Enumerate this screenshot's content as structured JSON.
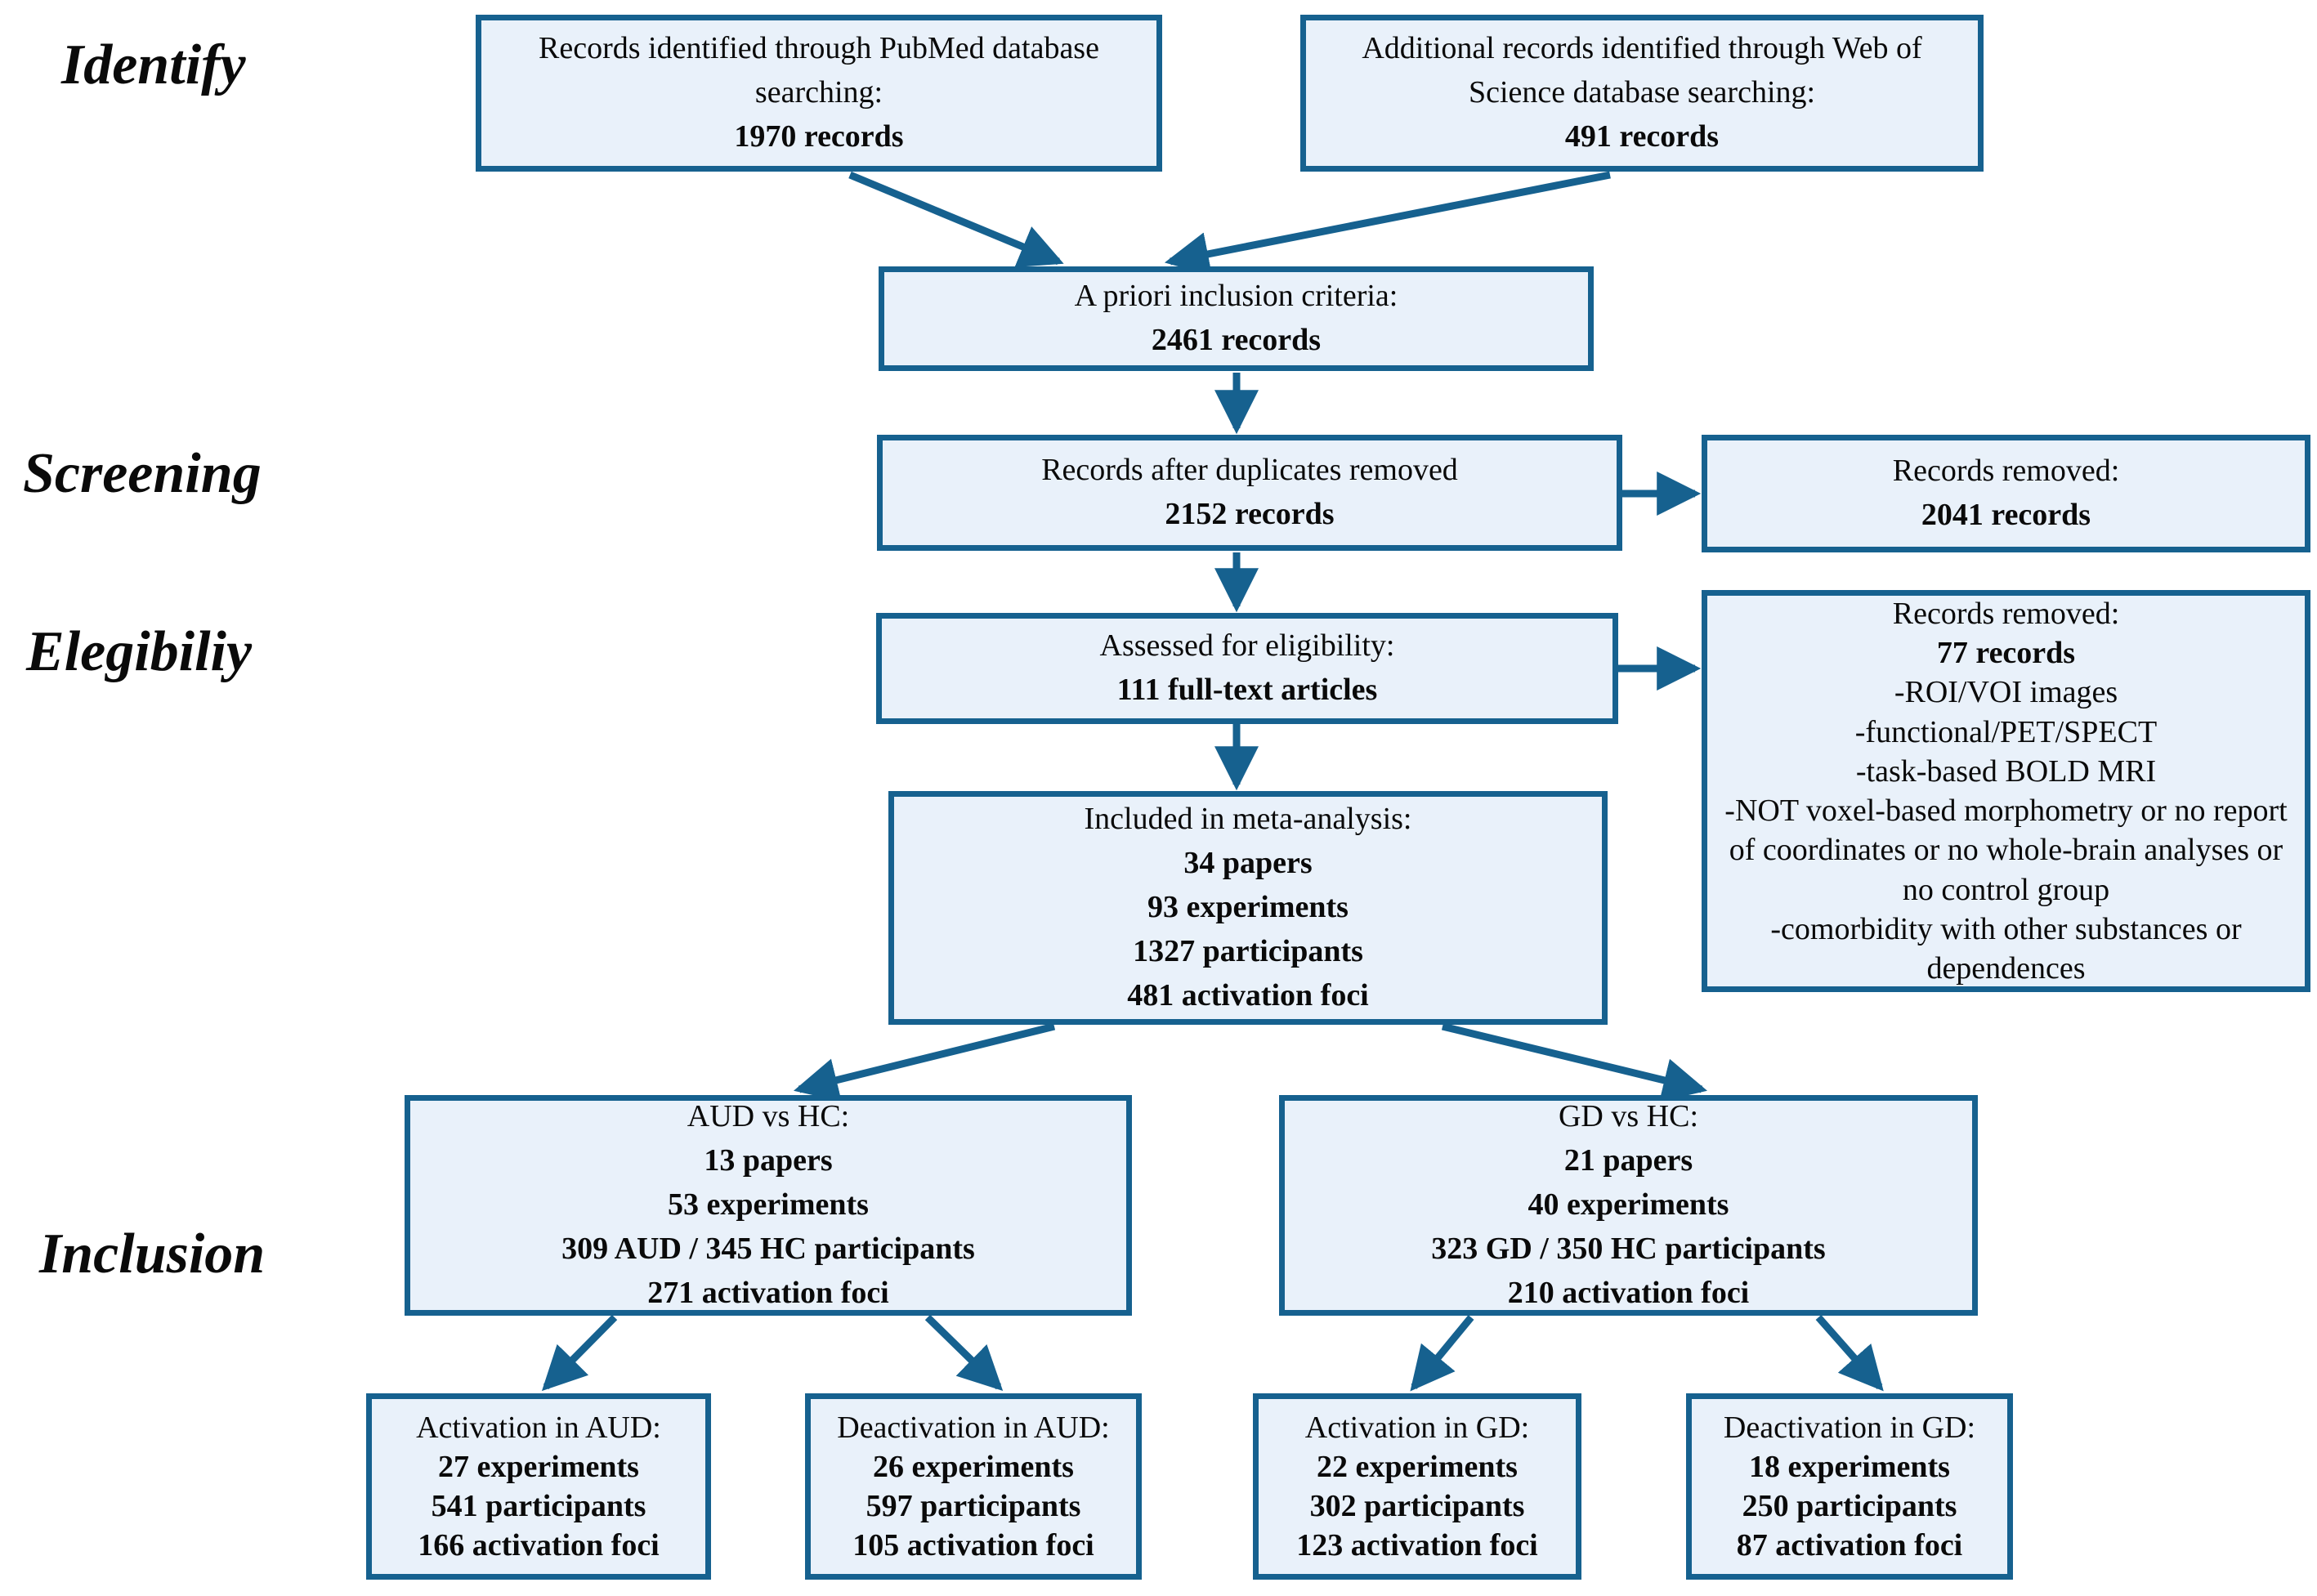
{
  "diagram_title": "PRISMA-style study selection flow diagram",
  "palette": {
    "line": "#16618f",
    "fill": "#e9f1fa",
    "text": "#0a0a0a",
    "background": "#ffffff"
  },
  "stages": {
    "identify": "Identify",
    "screening": "Screening",
    "eligibility": "Elegibiliy",
    "inclusion": "Inclusion"
  },
  "boxes": {
    "pubmed": {
      "title": "Records identified through PubMed database searching:",
      "value": "1970 records"
    },
    "wos": {
      "title": "Additional records identified through Web of Science database searching:",
      "value": "491 records"
    },
    "apriori": {
      "title": "A priori inclusion criteria:",
      "value": "2461 records"
    },
    "duplicates": {
      "title": "Records after duplicates removed",
      "value": "2152 records"
    },
    "removed_screening": {
      "title": "Records removed:",
      "value": "2041 records"
    },
    "assessed": {
      "title": "Assessed for eligibility:",
      "value": "111 full-text articles"
    },
    "removed_eligibility": {
      "title": "Records removed:",
      "value": "77 records",
      "reasons": [
        "-ROI/VOI images",
        "-functional/PET/SPECT",
        "-task-based BOLD MRI",
        "-NOT voxel-based morphometry or no report of coordinates or no whole-brain analyses or no control group",
        "-comorbidity with other substances or dependences"
      ]
    },
    "included": {
      "title": "Included in meta-analysis:",
      "stats": [
        "34 papers",
        "93 experiments",
        "1327 participants",
        "481 activation foci"
      ]
    },
    "aud": {
      "title": "AUD vs HC:",
      "stats": [
        "13 papers",
        "53 experiments",
        "309 AUD / 345 HC participants",
        "271 activation foci"
      ]
    },
    "gd": {
      "title": "GD vs HC:",
      "stats": [
        "21 papers",
        "40 experiments",
        "323 GD / 350 HC participants",
        "210 activation foci"
      ]
    },
    "activation_aud": {
      "title": "Activation in AUD:",
      "stats": [
        "27 experiments",
        "541 participants",
        "166 activation foci"
      ]
    },
    "deactivation_aud": {
      "title": "Deactivation in AUD:",
      "stats": [
        "26 experiments",
        "597 participants",
        "105 activation foci"
      ]
    },
    "activation_gd": {
      "title": "Activation in GD:",
      "stats": [
        "22 experiments",
        "302 participants",
        "123 activation foci"
      ]
    },
    "deactivation_gd": {
      "title": "Deactivation in GD:",
      "stats": [
        "18 experiments",
        "250 participants",
        "87 activation foci"
      ]
    }
  }
}
